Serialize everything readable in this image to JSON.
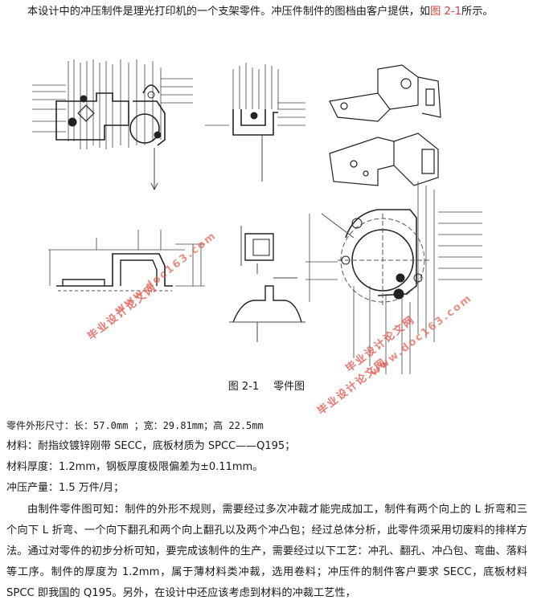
{
  "intro": {
    "before_link": "本设计中的冲压制件是理光打印机的一个支架零件。冲压件制件的图档由客户提供，如",
    "link": "图 2-1",
    "after_link": "所示。"
  },
  "figure": {
    "caption_num": "图 2-1",
    "caption_label": "零件图"
  },
  "watermarks": {
    "url": "www.doc163.com",
    "name": "毕业设计论文网"
  },
  "specs": {
    "size": "零件外形尺寸：长：57.0mm ；宽：29.81mm；高 22.5mm",
    "material": "材料：耐指纹镀锌刚带 SECC，底板材质为 SPCC——Q195；",
    "thickness": "材料厚度：1.2mm，钢板厚度极限偏差为±0.11mm。",
    "output": "冲压产量：1.5 万件/月；"
  },
  "analysis": "由制件零件图可知：制件的外形不规则，需要经过多次冲裁才能完成加工，制件有两个向上的 L 折弯和三个向下 L 折弯、一个向下翻孔和两个向上翻孔以及两个冲凸包；经过总体分析，此零件须采用切废料的排样方法。通过对零件的初步分析可知，要完成该制件的生产，需要经过以下工艺：冲孔、翻孔、冲凸包、弯曲、落料等工序。制件的厚度为 1.2mm，属于薄材料类冲裁，选用卷料；冲压件的制件客户要求 SECC，底板材料 SPCC 即我国的 Q195。另外，在设计中还应该考虑到材料的冲裁工艺性，"
}
